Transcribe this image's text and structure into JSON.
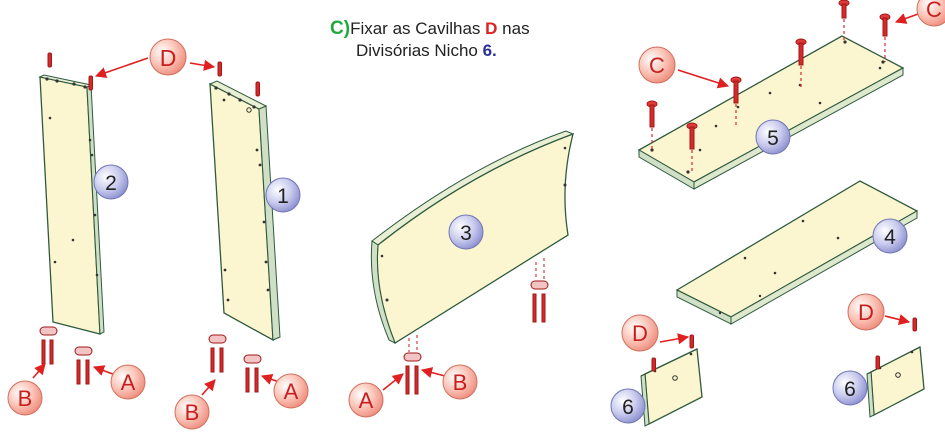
{
  "instruction": {
    "step_letter": "C)",
    "text_before": "Fixar as Cavilhas ",
    "dowel_letter": "D",
    "text_after": " nas",
    "line2_text": "Divisórias Nicho ",
    "line2_number": "6."
  },
  "parts": [
    "1",
    "2",
    "3",
    "4",
    "5",
    "6"
  ],
  "hardware": [
    "A",
    "B",
    "C",
    "D"
  ],
  "colors": {
    "panel_fill": "#fbf6cf",
    "panel_edge": "#2f5a3e",
    "number_bubble": "#b9bce6",
    "letter_bubble": "#f7b5a8",
    "arrow": "#e02020",
    "dowel": "#d42a2a",
    "step_green": "#1faa3c",
    "number_blue": "#2a2f9a"
  }
}
